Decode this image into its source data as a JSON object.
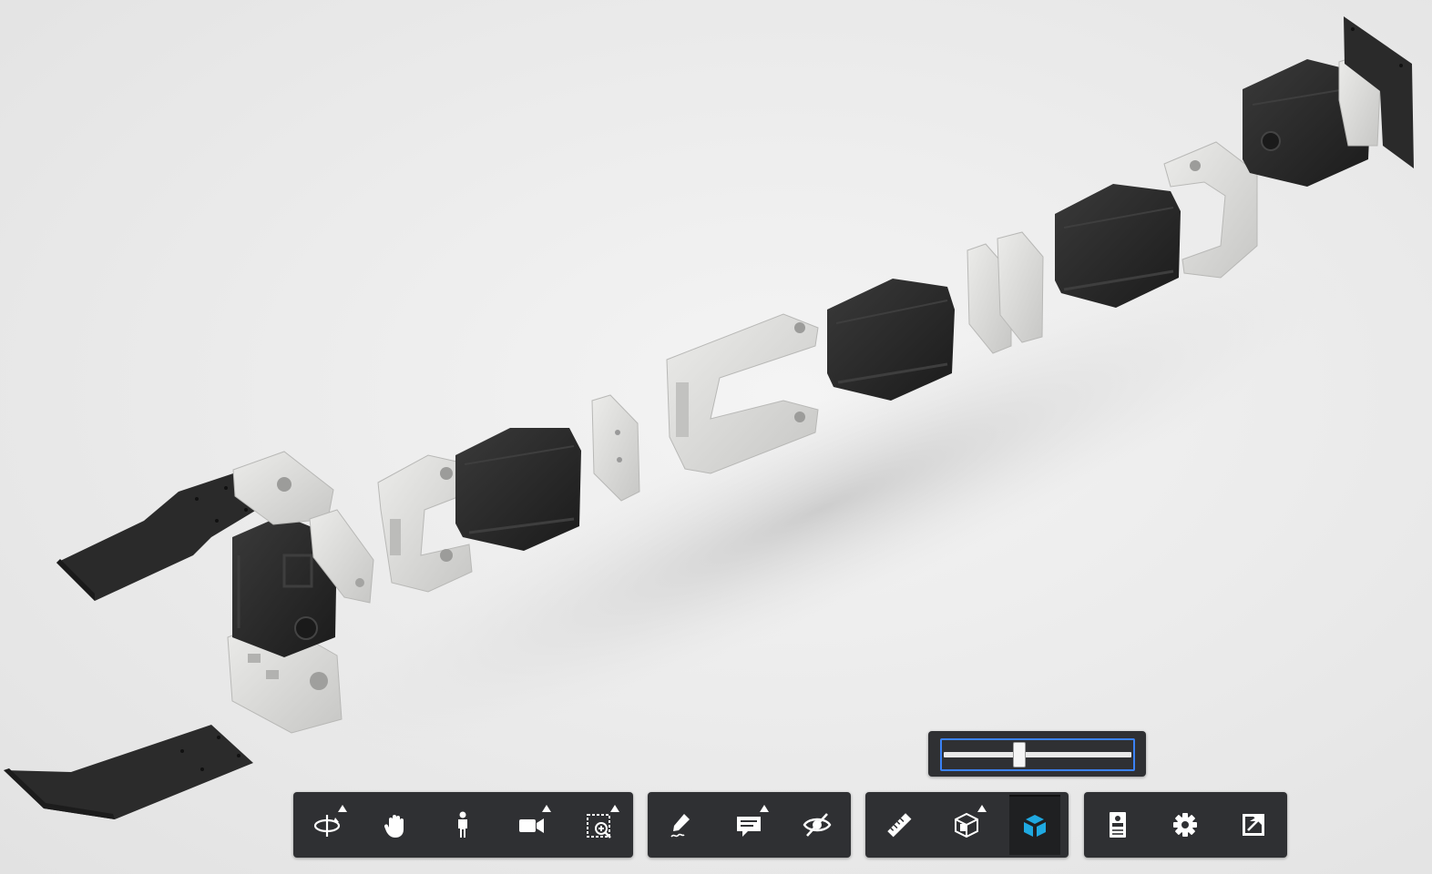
{
  "viewport": {
    "description_label": "",
    "colors": {
      "background": "#ebebeb",
      "dark_part": "#262626",
      "light_part": "#dcdcda"
    }
  },
  "explode_slider": {
    "value_fraction": 0.4
  },
  "toolbar": {
    "groups": [
      {
        "name": "navigation",
        "tools": [
          {
            "icon": "orbit-icon",
            "flyout": true
          },
          {
            "icon": "pan-hand-icon",
            "flyout": false
          },
          {
            "icon": "first-person-icon",
            "flyout": false
          },
          {
            "icon": "camera-icon",
            "flyout": true
          },
          {
            "icon": "zoom-window-icon",
            "flyout": true
          }
        ]
      },
      {
        "name": "review",
        "tools": [
          {
            "icon": "markup-pencil-icon",
            "flyout": false
          },
          {
            "icon": "comment-icon",
            "flyout": true
          },
          {
            "icon": "hide-eye-icon",
            "flyout": false
          }
        ]
      },
      {
        "name": "analysis",
        "tools": [
          {
            "icon": "measure-ruler-icon",
            "flyout": false
          },
          {
            "icon": "section-box-icon",
            "flyout": true
          },
          {
            "icon": "explode-model-icon",
            "flyout": false,
            "active": true
          }
        ]
      },
      {
        "name": "settings",
        "tools": [
          {
            "icon": "model-browser-icon",
            "flyout": false
          },
          {
            "icon": "settings-gear-icon",
            "flyout": false
          },
          {
            "icon": "fullscreen-icon",
            "flyout": false
          }
        ]
      }
    ],
    "active_accent_color": "#1fa9e1",
    "icon_color": "#ffffff"
  }
}
